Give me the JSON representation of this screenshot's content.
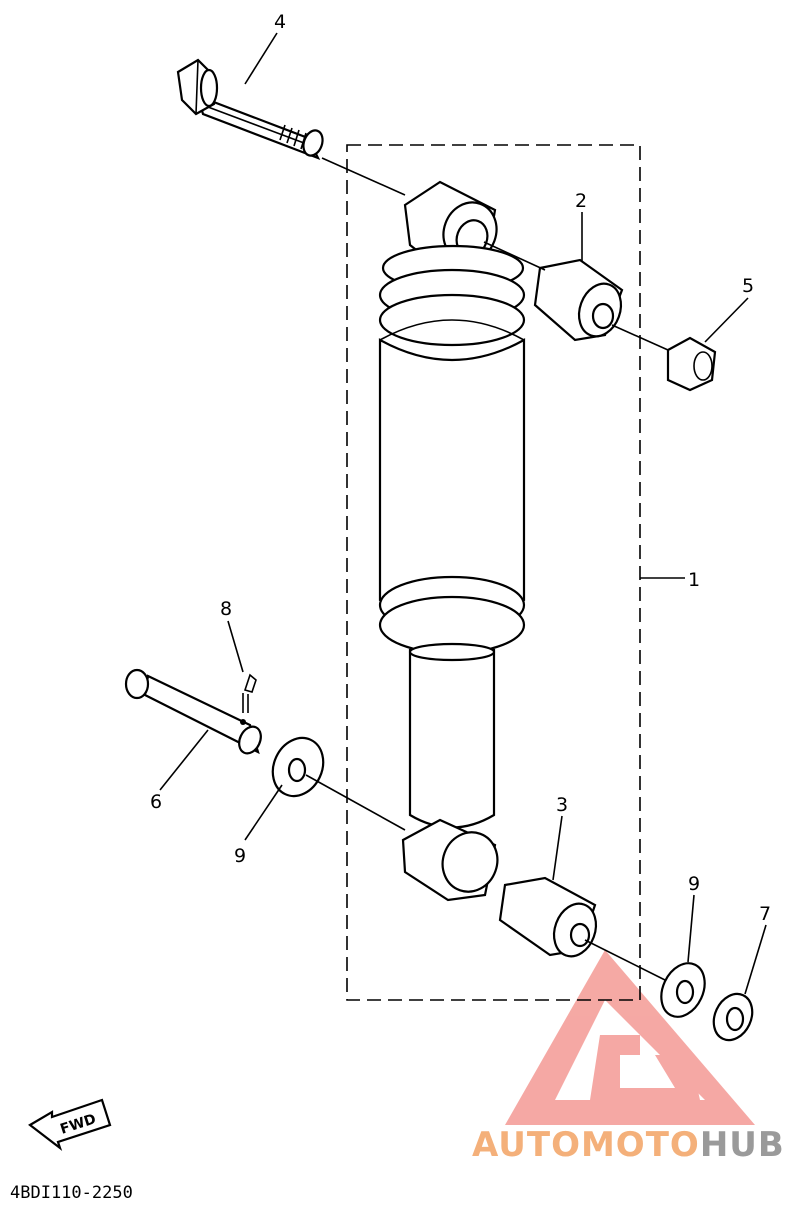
{
  "diagram": {
    "labels": [
      {
        "id": "4",
        "text": "4"
      },
      {
        "id": "2",
        "text": "2"
      },
      {
        "id": "5",
        "text": "5"
      },
      {
        "id": "1",
        "text": "1"
      },
      {
        "id": "8",
        "text": "8"
      },
      {
        "id": "6",
        "text": "6"
      },
      {
        "id": "9a",
        "text": "9"
      },
      {
        "id": "3",
        "text": "3"
      },
      {
        "id": "9b",
        "text": "9"
      },
      {
        "id": "7",
        "text": "7"
      }
    ],
    "fwd_text": "FWD",
    "code": "4BDI110-2250"
  },
  "watermark": {
    "text_a": "AUTOMOTO",
    "text_b": "HUB",
    "color_a": "#f4b07a",
    "color_b": "#9a9a9a",
    "logo_color": "#f28c86"
  }
}
